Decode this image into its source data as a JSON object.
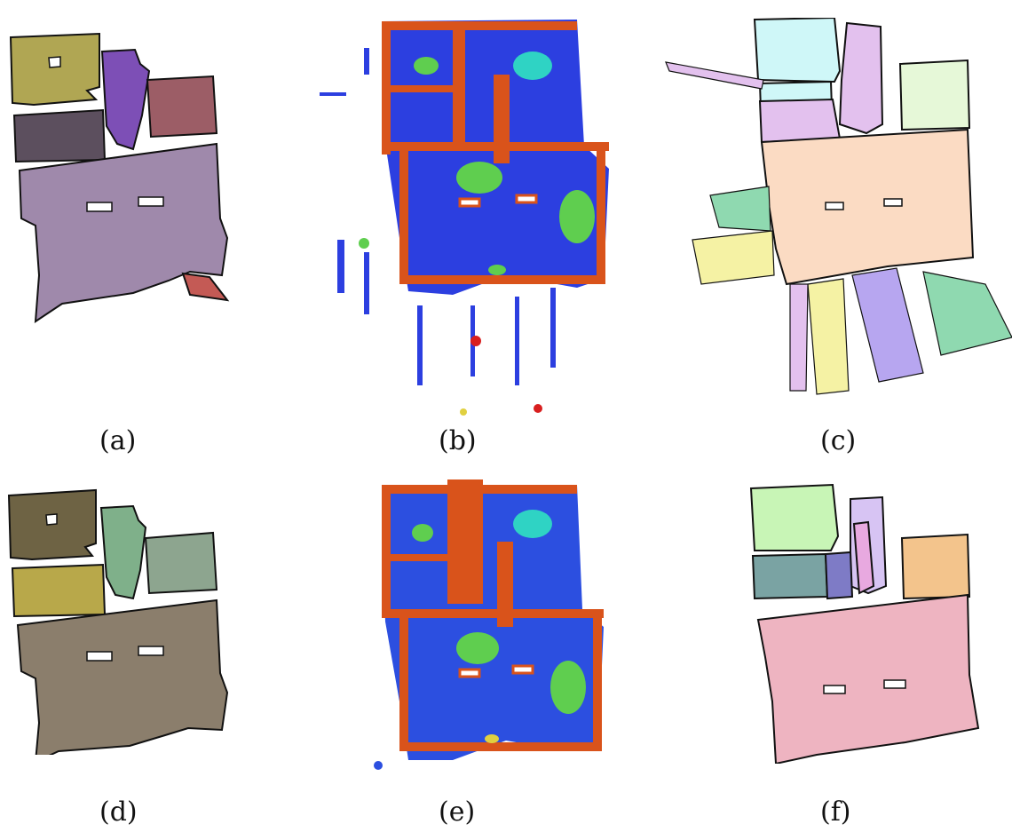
{
  "figure": {
    "captions": [
      "(a)",
      "(b)",
      "(c)",
      "(d)",
      "(e)",
      "(f)"
    ]
  },
  "colors": {
    "a": [
      "#b0a653",
      "#7d4fb6",
      "#9c5d66",
      "#5c4f5e",
      "#9f89ab",
      "#c45a55"
    ],
    "b": [
      "#2c3fe0",
      "#d9531b",
      "#5fce4f",
      "#2fd3c4",
      "#e0d040",
      "#d81f1f"
    ],
    "c": [
      "#cff7f8",
      "#e3c1ee",
      "#e6f8d8",
      "#fbdbc3",
      "#f5f2a4",
      "#b7a6f0",
      "#8fd9b0"
    ],
    "d": [
      "#6e6344",
      "#7fb08a",
      "#8da58f",
      "#b8a84a",
      "#8b7e6c"
    ],
    "e": [
      "#2c4fe0",
      "#d9531b",
      "#5fce4f",
      "#2fd3c4",
      "#e0d040"
    ],
    "f": [
      "#c8f5b6",
      "#d7c4f3",
      "#7aa3a3",
      "#7e7bc6",
      "#f3c48c",
      "#eeb4c1",
      "#e8a9e0"
    ]
  }
}
